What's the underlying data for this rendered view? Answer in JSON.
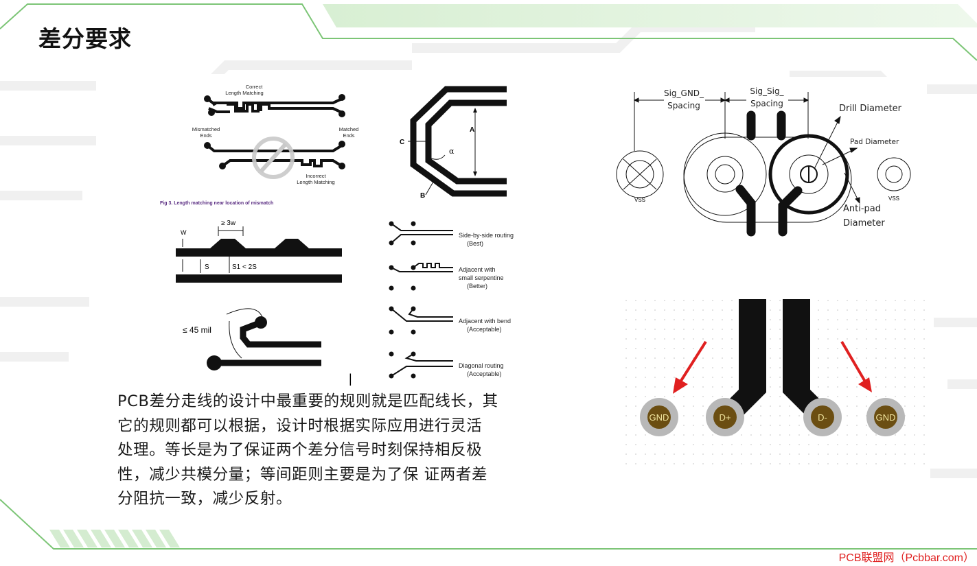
{
  "slide": {
    "title": "差分要求",
    "footer": "PCB联盟网（Pcbbar.com）",
    "body_lines": [
      "PCB差分走线的设计中最重要的规则就是匹配线长，其",
      "它的规则都可以根据，设计时根据实际应用进行灵活",
      "处理。等长是为了保证两个差分信号时刻保持相反极",
      "性，减少共模分量；等间距则主要是为了保 证两者差",
      "分阻抗一致，减少反射。"
    ],
    "cursor_glyph": "|"
  },
  "fig_length": {
    "correct_1": "Correct",
    "correct_2": "Length Matching",
    "mismatched_1": "Mismatched",
    "mismatched_2": "Ends",
    "matched_1": "Matched",
    "matched_2": "Ends",
    "incorrect_1": "Incorrect",
    "incorrect_2": "Length Matching",
    "caption": "Fig 3.   Length matching near location of mismatch"
  },
  "fig_bend": {
    "a": "A",
    "b": "B",
    "c": "C",
    "alpha": "α"
  },
  "fig_serp": {
    "w": "W",
    "geq3w": "≥ 3w",
    "s": "S",
    "s1": "S1 < 2S"
  },
  "fig_45": {
    "label": "≤ 45 mil"
  },
  "fig_routing": {
    "r1a": "Side-by-side routing",
    "r1b": "(Best)",
    "r2a": "Adjacent with",
    "r2b": "small serpentine",
    "r2c": "(Better)",
    "r3a": "Adjacent with bend",
    "r3b": "(Acceptable)",
    "r4a": "Diagonal routing",
    "r4b": "(Acceptable)"
  },
  "fig_via": {
    "sig_gnd_1": "Sig_GND_",
    "sig_gnd_2": "Spacing",
    "sig_sig_1": "Sig_Sig_",
    "sig_sig_2": "Spacing",
    "drill": "Drill Diameter",
    "pad": "Pad Diameter",
    "anti_1": "Anti-pad",
    "anti_2": "Diameter",
    "vss_l": "VSS",
    "vss_r": "VSS"
  },
  "fig_pcb": {
    "gnd_l": "GND",
    "dp": "D+",
    "dm": "D-",
    "gnd_r": "GND"
  },
  "colors": {
    "accent_green": "#7cc576",
    "pad_gray": "#b8b8b8",
    "pad_brown": "#6b4e12",
    "arrow_red": "#e02020",
    "footer_red": "#e02020"
  }
}
